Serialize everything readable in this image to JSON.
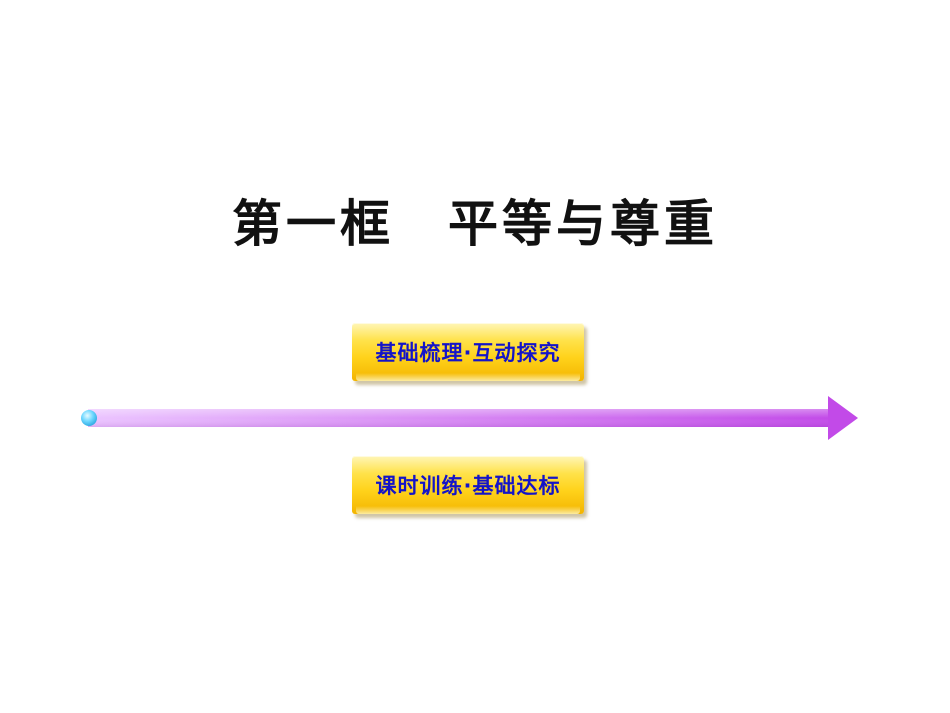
{
  "slide": {
    "title": "第一框　平等与尊重"
  },
  "nav": {
    "items": [
      {
        "label": "基础梳理·互动探究"
      },
      {
        "label": "课时训练·基础达标"
      }
    ]
  },
  "colors": {
    "title": "#111111",
    "button_text": "#1414c8",
    "button_fill": "#ffd21a",
    "arrow_start": "#e6b8ff",
    "arrow_end": "#c24ae8",
    "arrow_dot": "#5fd4ff"
  }
}
